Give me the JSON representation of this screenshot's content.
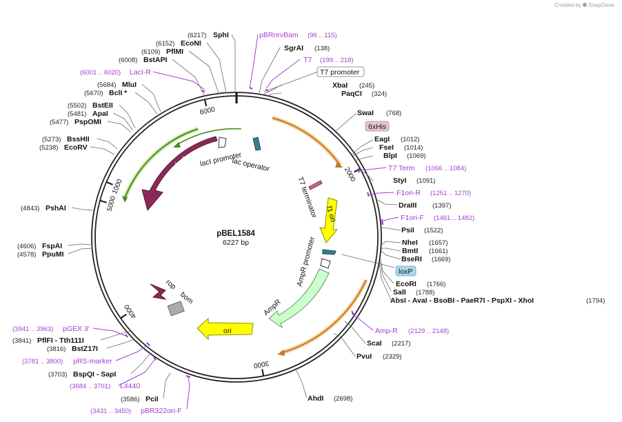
{
  "credit": {
    "prefix": "Created by",
    "brand": "SnapGene"
  },
  "plasmid": {
    "name": "pBEL1584",
    "size": "6227 bp"
  },
  "ticks": [
    {
      "angle": 293,
      "label": "1000"
    },
    {
      "angle": 61,
      "label": "2000"
    },
    {
      "angle": 169,
      "label": "3000"
    },
    {
      "angle": 235,
      "label": "4000"
    },
    {
      "angle": 285,
      "label": "5000"
    },
    {
      "angle": 347,
      "label": "6000"
    }
  ],
  "sites": [
    {
      "name": "SphI",
      "pos": "(6217)",
      "side": "L"
    },
    {
      "name": "EcoNI",
      "pos": "(6152)",
      "side": "L"
    },
    {
      "name": "PflMI",
      "pos": "(6109)",
      "side": "L"
    },
    {
      "name": "BstAPI",
      "pos": "(6008)",
      "side": "L"
    },
    {
      "name": "MluI",
      "pos": "(5684)",
      "side": "L"
    },
    {
      "name": "BclI *",
      "pos": "(5670)",
      "side": "L"
    },
    {
      "name": "BstEII",
      "pos": "(5502)",
      "side": "L"
    },
    {
      "name": "ApaI",
      "pos": "(5481)",
      "side": "L"
    },
    {
      "name": "PspOMI",
      "pos": "(5477)",
      "side": "L"
    },
    {
      "name": "BssHII",
      "pos": "(5273)",
      "side": "L"
    },
    {
      "name": "EcoRV",
      "pos": "(5238)",
      "side": "L"
    },
    {
      "name": "PshAI",
      "pos": "(4843)",
      "side": "L"
    },
    {
      "name": "FspAI",
      "pos": "(4606)",
      "side": "L"
    },
    {
      "name": "PpuMI",
      "pos": "(4578)",
      "side": "L"
    },
    {
      "name": "PflFI - Tth111I",
      "pos": "(3841)",
      "side": "L"
    },
    {
      "name": "BstZ17I",
      "pos": "(3816)",
      "side": "L"
    },
    {
      "name": "BspQI - SapI",
      "pos": "(3703)",
      "side": "L"
    },
    {
      "name": "PciI",
      "pos": "(3586)",
      "side": "L"
    },
    {
      "name": "SgrAI",
      "pos": "(138)",
      "side": "R"
    },
    {
      "name": "XbaI",
      "pos": "(245)",
      "side": "R"
    },
    {
      "name": "PaqCI",
      "pos": "(324)",
      "side": "R"
    },
    {
      "name": "SwaI",
      "pos": "(768)",
      "side": "R"
    },
    {
      "name": "EagI",
      "pos": "(1012)",
      "side": "R"
    },
    {
      "name": "FseI",
      "pos": "(1014)",
      "side": "R"
    },
    {
      "name": "BlpI",
      "pos": "(1069)",
      "side": "R"
    },
    {
      "name": "StyI",
      "pos": "(1091)",
      "side": "R"
    },
    {
      "name": "DraIII",
      "pos": "(1397)",
      "side": "R"
    },
    {
      "name": "PsiI",
      "pos": "(1522)",
      "side": "R"
    },
    {
      "name": "NheI",
      "pos": "(1657)",
      "side": "R"
    },
    {
      "name": "BmtI",
      "pos": "(1661)",
      "side": "R"
    },
    {
      "name": "BseRI",
      "pos": "(1669)",
      "side": "R"
    },
    {
      "name": "EcoRI",
      "pos": "(1766)",
      "side": "R"
    },
    {
      "name": "SalI",
      "pos": "(1788)",
      "side": "R"
    },
    {
      "name": "AbsI - AvaI - BsoBI - PaeR7I - PspXI - XhoI",
      "pos": "(1794)",
      "side": "R"
    },
    {
      "name": "ScaI",
      "pos": "(2217)",
      "side": "R"
    },
    {
      "name": "PvuI",
      "pos": "(2329)",
      "side": "R"
    },
    {
      "name": "AhdI",
      "pos": "(2698)",
      "side": "R"
    }
  ],
  "primers": [
    {
      "name": "pBRrevBam",
      "range": "(96 .. 115)"
    },
    {
      "name": "T7",
      "range": "(199 .. 218)"
    },
    {
      "name": "LacI-R",
      "range": "(6001 .. 6020)"
    },
    {
      "name": "T7 Term",
      "range": "(1066 .. 1084)"
    },
    {
      "name": "F1ori-R",
      "range": "(1251 .. 1270)"
    },
    {
      "name": "F1ori-F",
      "range": "(1461 .. 1482)"
    },
    {
      "name": "Amp-R",
      "range": "(2129 .. 2148)"
    },
    {
      "name": "pGEX 3'",
      "range": "(3941 .. 3963)"
    },
    {
      "name": "pRS-marker",
      "range": "(3781 .. 3800)"
    },
    {
      "name": "L4440",
      "range": "(3684 .. 3701)"
    },
    {
      "name": "pBR322ori-F",
      "range": "(3431 .. 3450)"
    }
  ],
  "boxed": [
    {
      "name": "T7 promoter",
      "fill": "#ffffff",
      "stroke": "#777777"
    },
    {
      "name": "6xHis",
      "fill": "#e8c4cc",
      "stroke": "#b08890"
    },
    {
      "name": "loxP",
      "fill": "#a9d8ea",
      "stroke": "#6a9fb5"
    }
  ],
  "features": [
    {
      "name": "lacI",
      "color": "#8b2a56"
    },
    {
      "name": "lacI promoter"
    },
    {
      "name": "lac operator"
    },
    {
      "name": "T7 terminator"
    },
    {
      "name": "f1 ori",
      "color": "#ffff00"
    },
    {
      "name": "AmpR promoter"
    },
    {
      "name": "AmpR",
      "color": "#ccffcc"
    },
    {
      "name": "ori",
      "color": "#ffff00"
    },
    {
      "name": "rop",
      "color": "#8b2a56"
    },
    {
      "name": "bom"
    }
  ],
  "colors": {
    "primer": "#a33ccf",
    "orf_orange": "#f2a64a",
    "orf_green": "#7bc043"
  }
}
